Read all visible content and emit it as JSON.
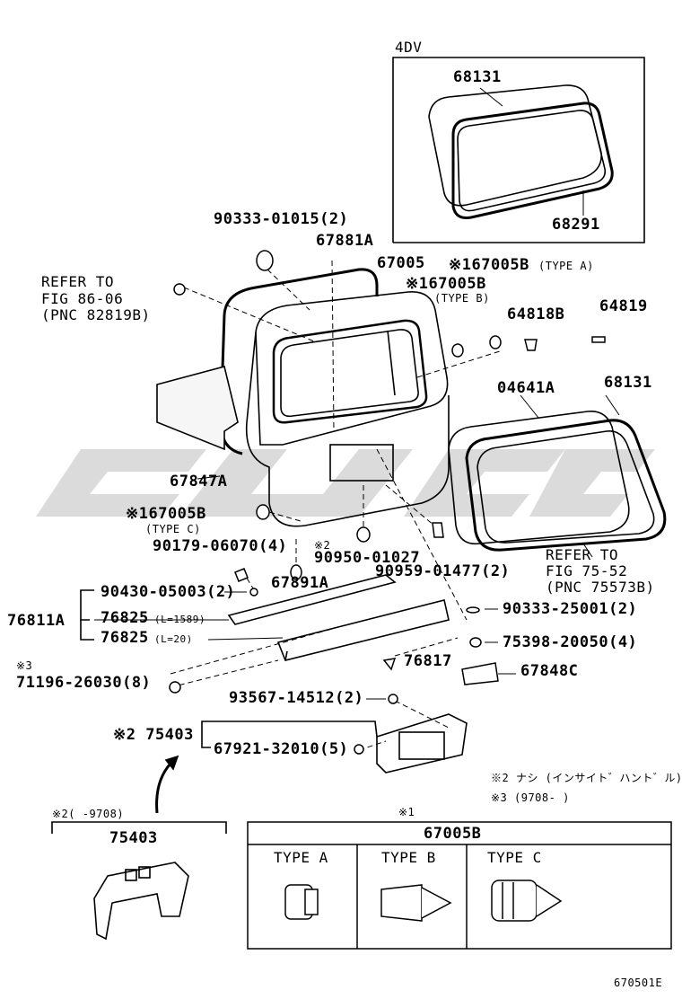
{
  "labels": {
    "4dv": "4DV",
    "68131_top": "68131",
    "68291": "68291",
    "90333_01015": "90333-01015(2)",
    "67881A": "67881A",
    "67005": "67005",
    "67005B_a": "※167005B",
    "type_a": "(TYPE A)",
    "67005B_b": "※167005B",
    "type_b": "(TYPE B)",
    "refer1_l1": "REFER TO",
    "refer1_l2": "FIG 86-06",
    "refer1_l3": "(PNC 82819B)",
    "64818B": "64818B",
    "64819": "64819",
    "04641A": "04641A",
    "68131_mid": "68131",
    "67847A": "67847A",
    "67005B_c": "※167005B",
    "type_c": "(TYPE C)",
    "90179": "90179-06070(4)",
    "x2_mark": "※2",
    "90950": "90950-01027",
    "refer2_l1": "REFER TO",
    "refer2_l2": "FIG 75-52",
    "refer2_l3": "(PNC 75573B)",
    "67891A": "67891A",
    "90959": "90959-01477(2)",
    "90430": "90430-05003(2)",
    "76811A": "76811A",
    "76825_a": "76825",
    "l1589": "(L=1589)",
    "76825_b": "76825",
    "l20": "(L=20)",
    "90333_25001": "90333-25001(2)",
    "75398": "75398-20050(4)",
    "x3_mark": "※3",
    "71196": "71196-26030(8)",
    "76817": "76817",
    "67848C": "67848C",
    "93567": "93567-14512(2)",
    "75403_a": "※2 75403",
    "67921": "67921-32010(5)",
    "note2": "※2 ナシ (インサイト゛ハント゛ル)",
    "note3": "※3 (9708-      )",
    "x2_9708": "※2(    -9708)",
    "75403_b": "75403",
    "x1": "※1",
    "table_title": "67005B",
    "type_a_cell": "TYPE A",
    "type_b_cell": "TYPE B",
    "type_c_cell": "TYPE C",
    "fig_code": "670501E"
  }
}
